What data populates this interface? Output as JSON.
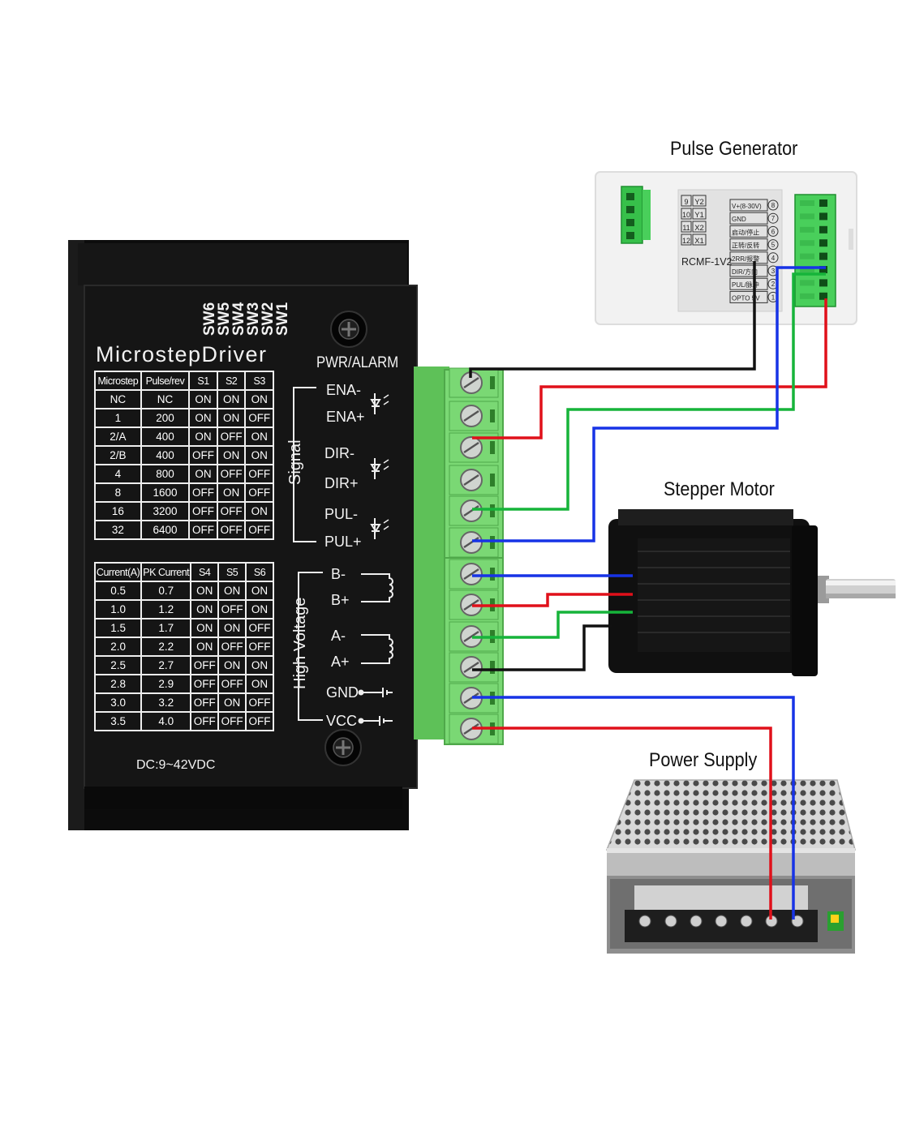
{
  "titles": {
    "pulse_generator": "Pulse Generator",
    "stepper_motor": "Stepper Motor",
    "power_supply": "Power Supply"
  },
  "driver": {
    "name": "MicrostepDriver",
    "switch_labels": [
      "SW6",
      "SW5",
      "SW4",
      "SW3",
      "SW2",
      "SW1"
    ],
    "pwr_alarm": "PWR/ALARM",
    "voltage": "DC:9~42VDC",
    "signal_group": "Signal",
    "hv_group": "High Voltage",
    "terminals": [
      "ENA-",
      "ENA+",
      "DIR-",
      "DIR+",
      "PUL-",
      "PUL+",
      "B-",
      "B+",
      "A-",
      "A+",
      "GND",
      "VCC"
    ]
  },
  "microstep_table": {
    "headers": [
      "Microstep",
      "Pulse/rev",
      "S1",
      "S2",
      "S3"
    ],
    "rows": [
      [
        "NC",
        "NC",
        "ON",
        "ON",
        "ON"
      ],
      [
        "1",
        "200",
        "ON",
        "ON",
        "OFF"
      ],
      [
        "2/A",
        "400",
        "ON",
        "OFF",
        "ON"
      ],
      [
        "2/B",
        "400",
        "OFF",
        "ON",
        "ON"
      ],
      [
        "4",
        "800",
        "ON",
        "OFF",
        "OFF"
      ],
      [
        "8",
        "1600",
        "OFF",
        "ON",
        "OFF"
      ],
      [
        "16",
        "3200",
        "OFF",
        "OFF",
        "ON"
      ],
      [
        "32",
        "6400",
        "OFF",
        "OFF",
        "OFF"
      ]
    ]
  },
  "current_table": {
    "headers": [
      "Current(A)",
      "PK Current",
      "S4",
      "S5",
      "S6"
    ],
    "rows": [
      [
        "0.5",
        "0.7",
        "ON",
        "ON",
        "ON"
      ],
      [
        "1.0",
        "1.2",
        "ON",
        "OFF",
        "ON"
      ],
      [
        "1.5",
        "1.7",
        "ON",
        "ON",
        "OFF"
      ],
      [
        "2.0",
        "2.2",
        "ON",
        "OFF",
        "OFF"
      ],
      [
        "2.5",
        "2.7",
        "OFF",
        "ON",
        "ON"
      ],
      [
        "2.8",
        "2.9",
        "OFF",
        "OFF",
        "ON"
      ],
      [
        "3.0",
        "3.2",
        "OFF",
        "ON",
        "OFF"
      ],
      [
        "3.5",
        "4.0",
        "OFF",
        "OFF",
        "OFF"
      ]
    ]
  },
  "pulse_generator": {
    "model": "RCMF-1V2",
    "left_pins": [
      {
        "num": "9",
        "name": "Y2"
      },
      {
        "num": "10",
        "name": "Y1"
      },
      {
        "num": "11",
        "name": "X2"
      },
      {
        "num": "12",
        "name": "X1"
      }
    ],
    "right_pins": [
      {
        "name": "V+(8-30V)",
        "num": "8"
      },
      {
        "name": "GND",
        "num": "7"
      },
      {
        "name": "启动/停止",
        "num": "6"
      },
      {
        "name": "正转/反转",
        "num": "5"
      },
      {
        "name": "2RR/报警",
        "num": "4"
      },
      {
        "name": "DIR/方向",
        "num": "3"
      },
      {
        "name": "PUL/脉冲",
        "num": "2"
      },
      {
        "name": "OPTO  5V",
        "num": "1"
      }
    ]
  },
  "colors": {
    "wire_black": "#111111",
    "wire_red": "#e0101a",
    "wire_green": "#16b43a",
    "wire_blue": "#1733e6",
    "terminal_green": "#6fd46a",
    "driver_body": "#141414"
  }
}
